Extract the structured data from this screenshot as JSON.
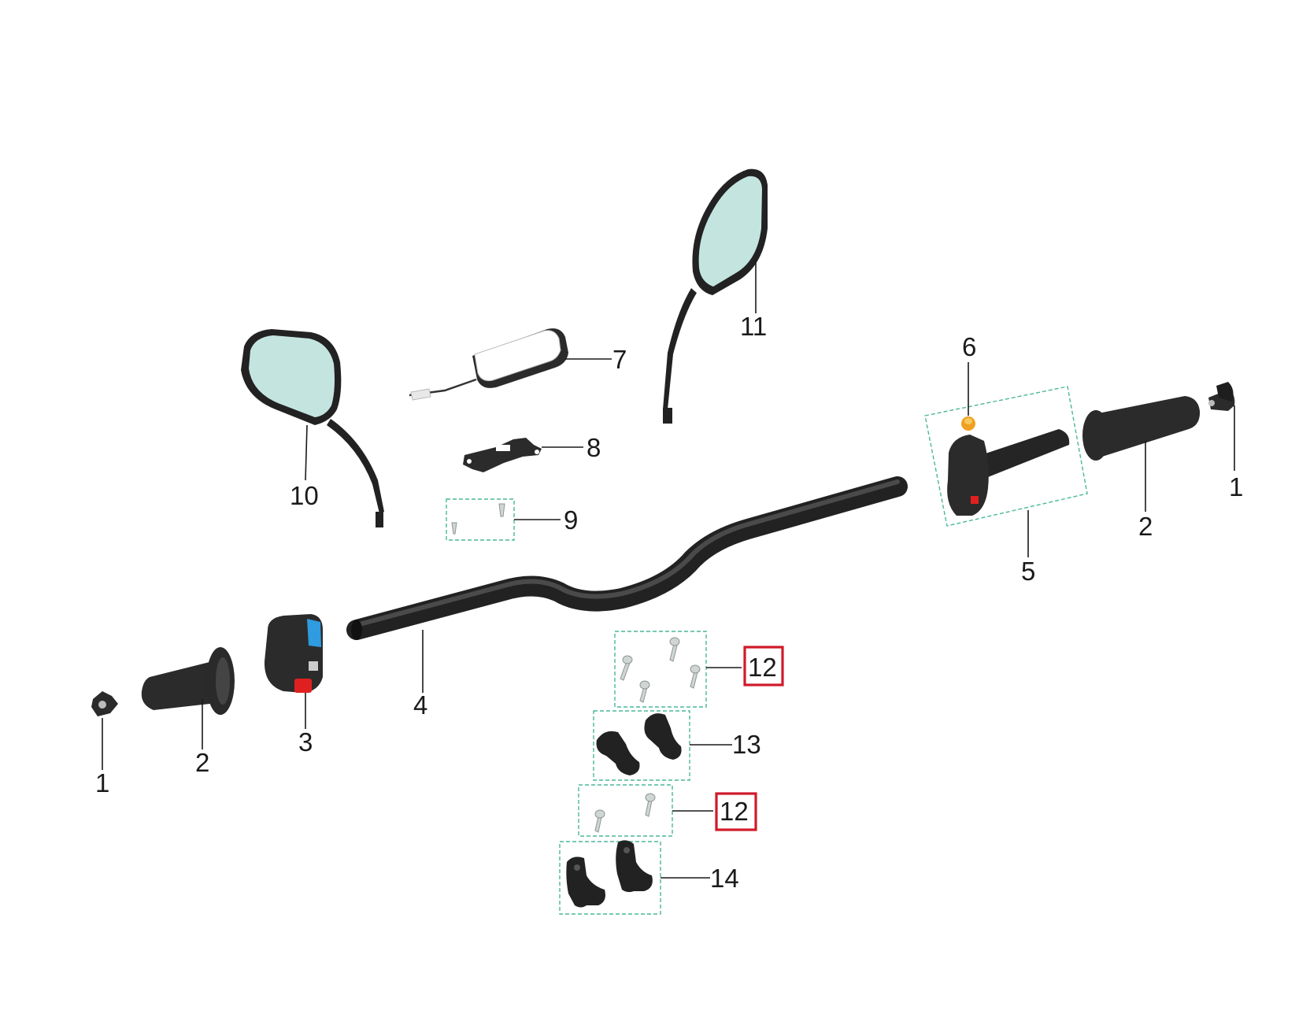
{
  "callouts": {
    "grip_end_left": "1",
    "grip_left": "2",
    "switch_left": "3",
    "handlebar": "4",
    "throttle_assembly": "5",
    "throttle_nut": "6",
    "module": "7",
    "bracket": "8",
    "bracket_screws": "9",
    "mirror_left": "10",
    "mirror_right": "11",
    "clamp_bolts_upper": "12",
    "upper_clamps": "13",
    "clamp_bolts_lower": "12",
    "lower_clamps": "14",
    "grip_right": "2",
    "grip_end_right": "1"
  },
  "colors": {
    "part_dark": "#2b2b2b",
    "mirror_glass": "#c4e4e0",
    "group_box": "#4ab79a",
    "highlight_box": "#d01a2a",
    "switch_blue": "#2f9be0",
    "switch_red": "#e02020",
    "nut_orange": "#f0a020"
  }
}
